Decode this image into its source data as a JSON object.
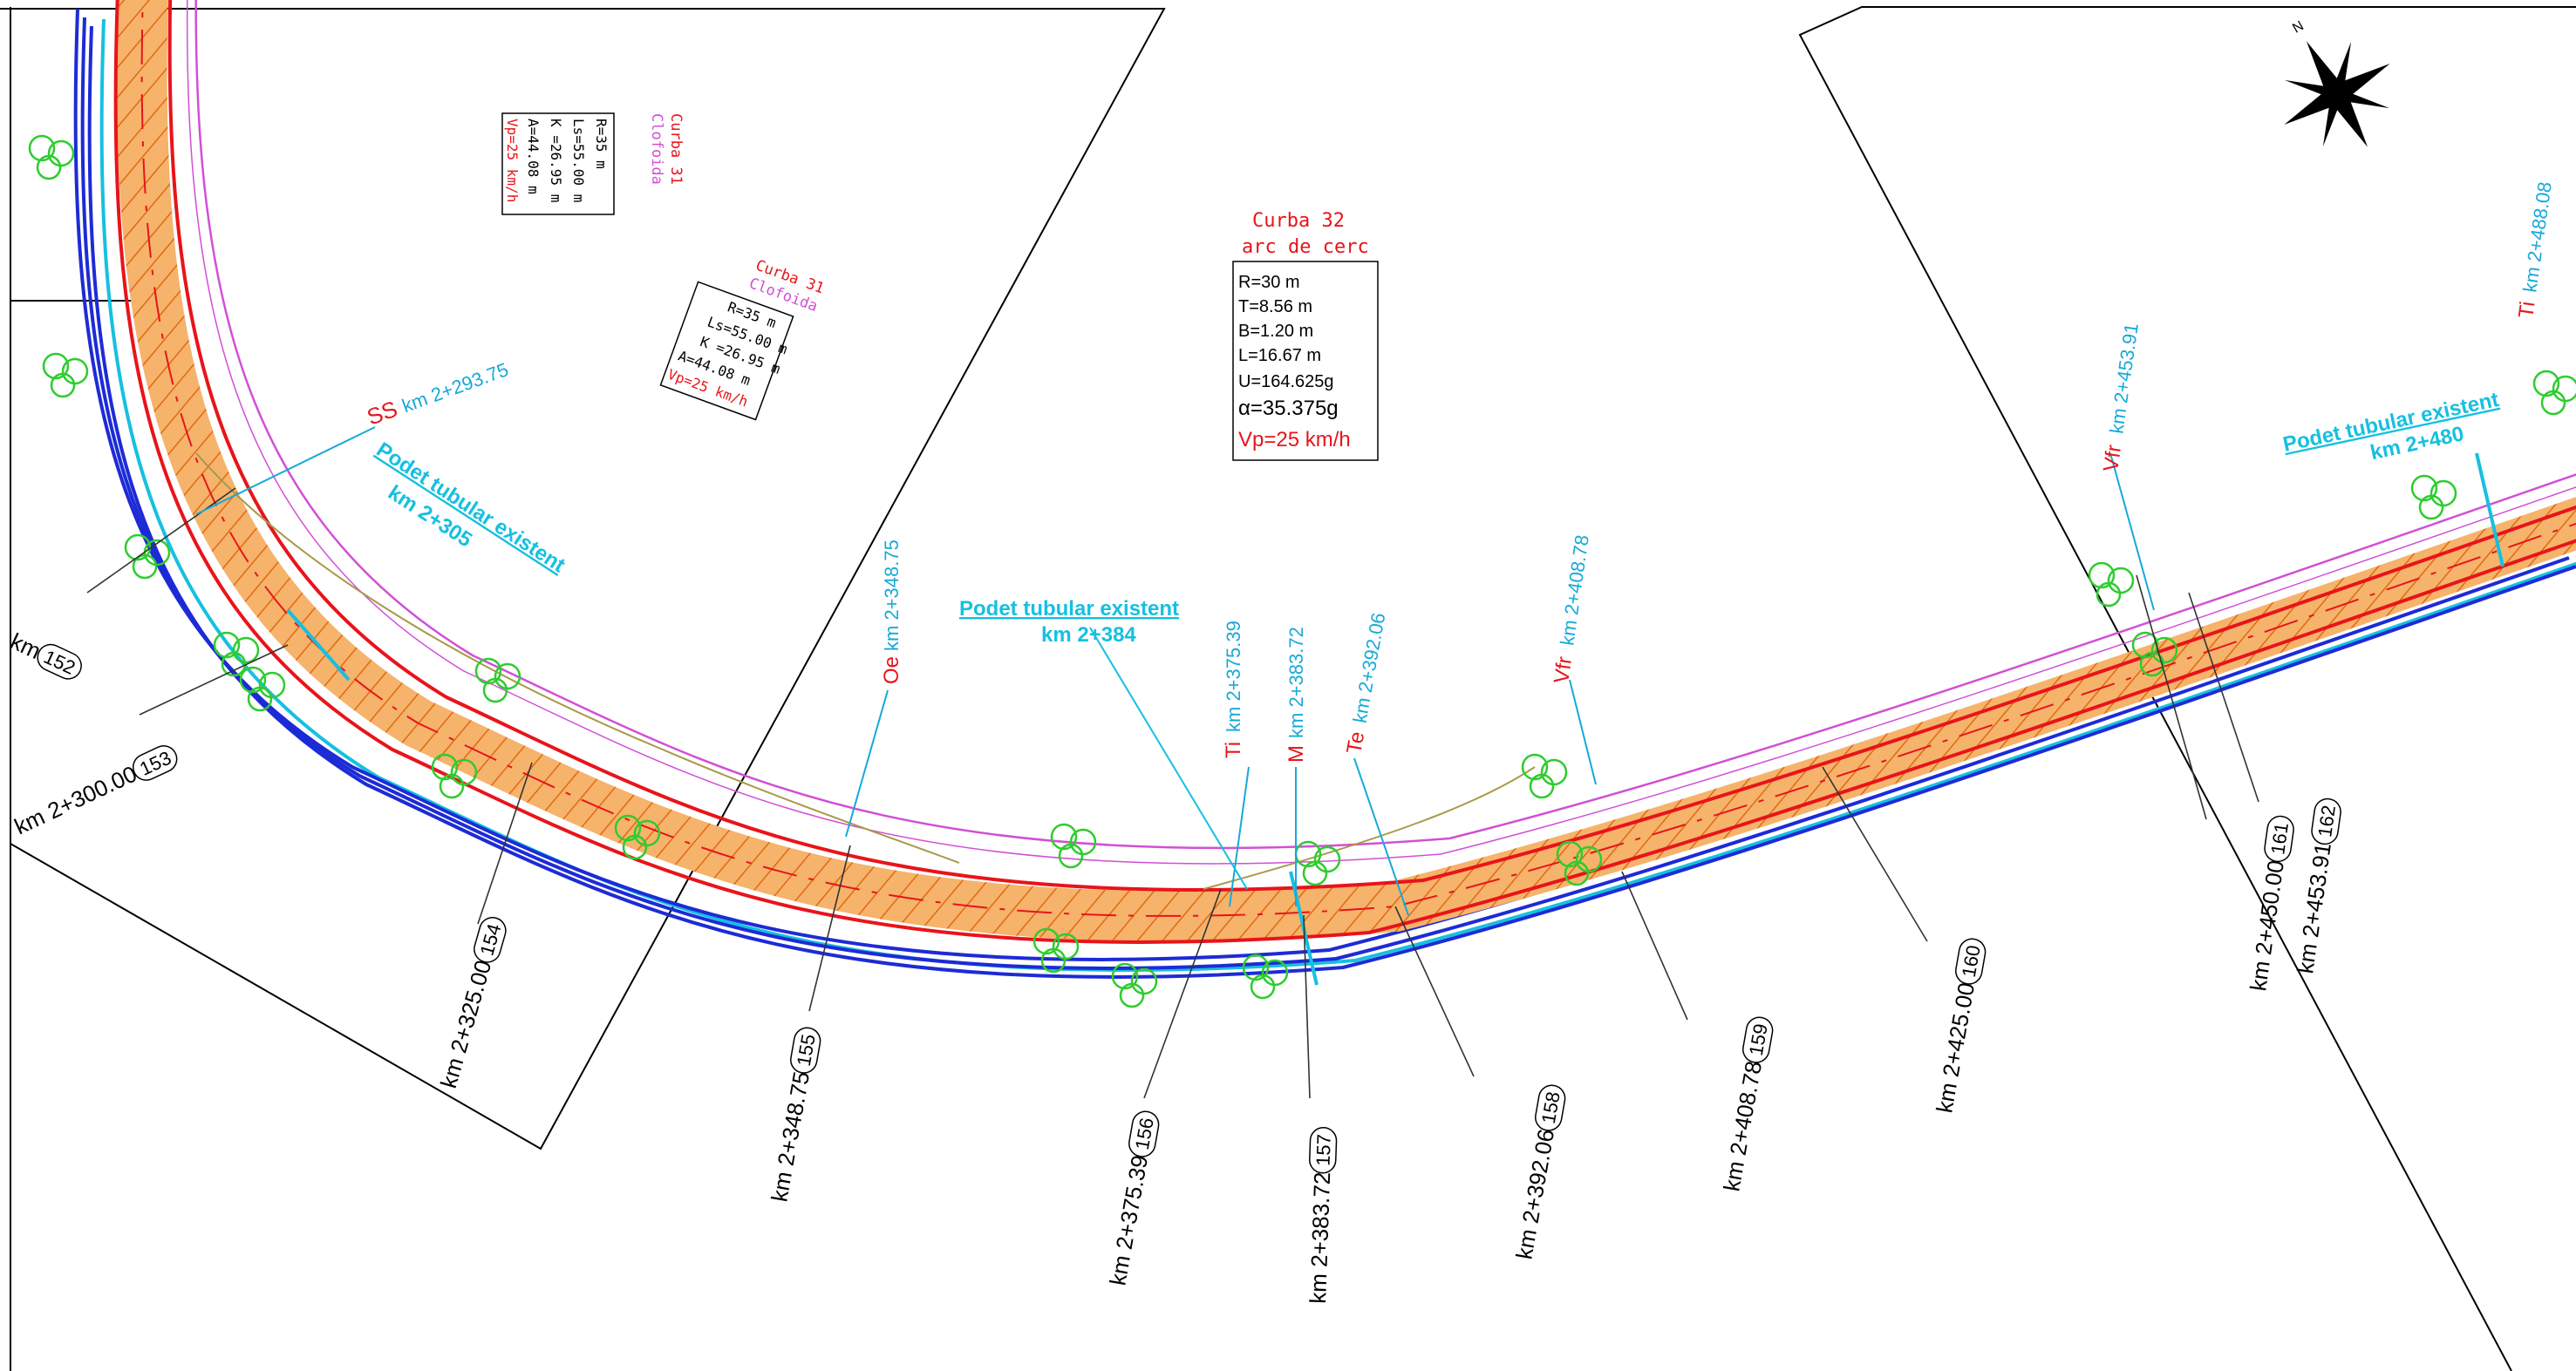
{
  "colors": {
    "paper": "#ffffff",
    "frame": "#000000",
    "road_edge": "#e8141a",
    "road_fill": "#f39a3c",
    "road_hatch": "#e3761f",
    "blue": "#1d2bd6",
    "magenta": "#d24fd6",
    "cyan_label": "#16a9d9",
    "red_label": "#e8141a",
    "tree": "#2ecc2e",
    "olive": "#a89a4a",
    "leader": "#333333"
  },
  "north_arrow": {
    "symbol": "north-arrow",
    "letter_n": "N"
  },
  "curve_boxes": [
    {
      "title": "Curba 31",
      "type": "Clofoida",
      "lines": [
        "R=35 m",
        "Ls=55.00 m",
        "K =26.95 m",
        "A=44.08 m"
      ],
      "speed": "Vp=25 km/h"
    },
    {
      "title": "Curba 31",
      "type": "Clofoida",
      "lines": [
        "R=35 m",
        "Ls=55.00 m",
        "K =26.95 m",
        "A=44.08 m"
      ],
      "speed": "Vp=25 km/h"
    },
    {
      "title": "Curba 32",
      "type": "arc de cerc",
      "lines": [
        "R=30 m",
        "T=8.56 m",
        "B=1.20 m",
        "L=16.67 m",
        "U=164.625g",
        "α=35.375g"
      ],
      "speed": "Vp=25 km/h"
    }
  ],
  "culverts": [
    {
      "title": "Podet tubular existent",
      "km": "km 2+305"
    },
    {
      "title": "Podet tubular existent",
      "km": "km 2+384"
    },
    {
      "title": "Podet tubular existent",
      "km": "km 2+480"
    }
  ],
  "point_labels": [
    {
      "code": "SS",
      "km": "km 2+293.75"
    },
    {
      "code": "Oe",
      "km": "km 2+348.75"
    },
    {
      "code": "Ti",
      "km": "km 2+375.39"
    },
    {
      "code": "M",
      "km": "km 2+383.72"
    },
    {
      "code": "Te",
      "km": "km 2+392.06"
    },
    {
      "code": "Vfr",
      "km": "km 2+408.78"
    },
    {
      "code": "Vfr",
      "km": "km 2+453.91"
    },
    {
      "code": "Ti",
      "km": "km 2+488.08"
    }
  ],
  "profiles": [
    {
      "num": "152",
      "km": "km"
    },
    {
      "num": "153",
      "km": "km 2+300.00"
    },
    {
      "num": "154",
      "km": "km 2+325.00"
    },
    {
      "num": "155",
      "km": "km 2+348.75"
    },
    {
      "num": "156",
      "km": "km 2+375.39"
    },
    {
      "num": "157",
      "km": "km 2+383.72"
    },
    {
      "num": "158",
      "km": "km 2+392.06"
    },
    {
      "num": "159",
      "km": "km 2+408.78"
    },
    {
      "num": "160",
      "km": "km 2+425.00"
    },
    {
      "num": "161",
      "km": "km 2+450.00"
    },
    {
      "num": "162",
      "km": "km 2+453.91"
    }
  ]
}
